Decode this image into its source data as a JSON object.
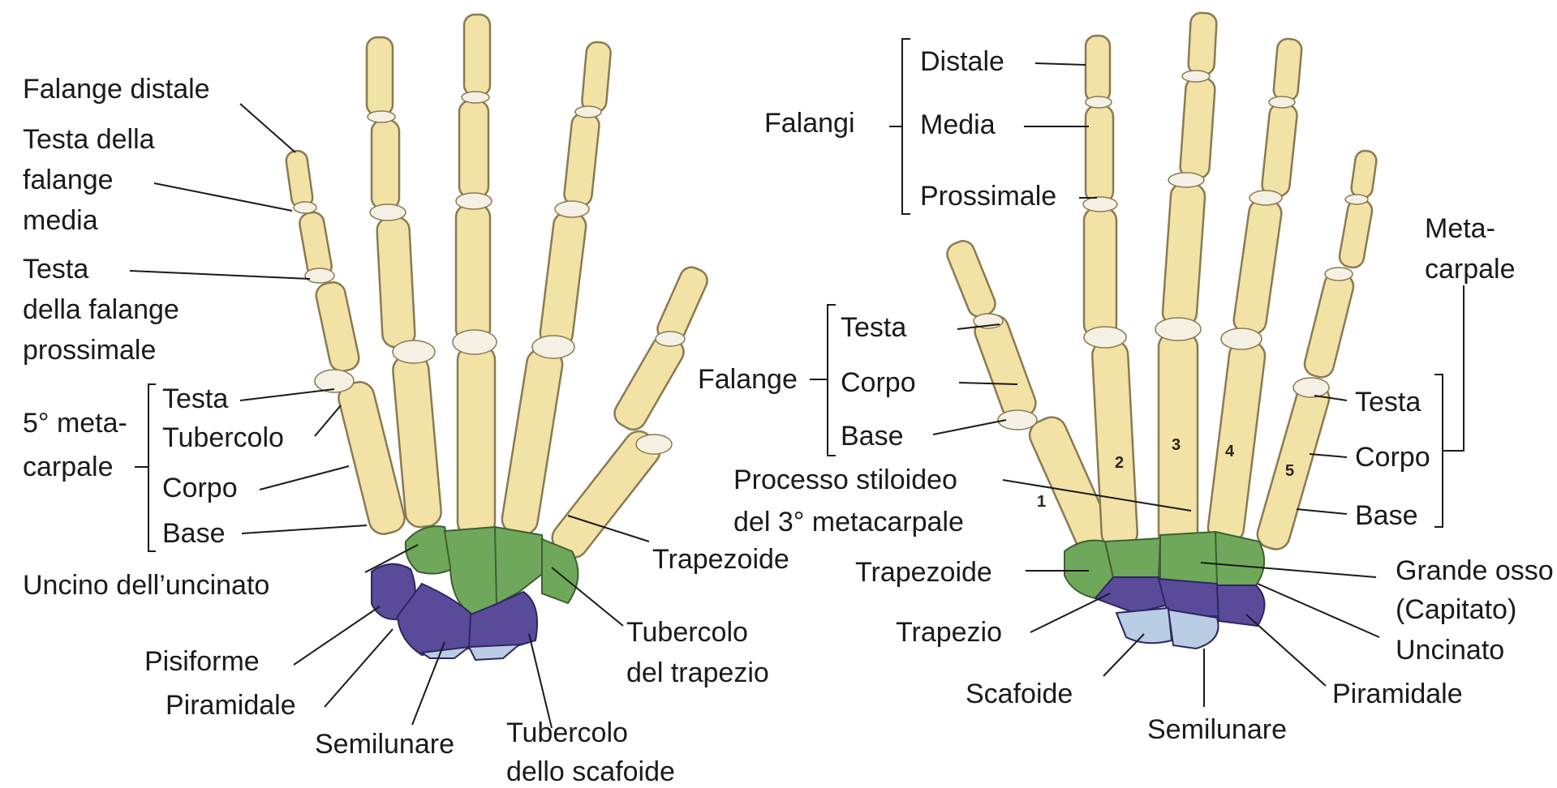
{
  "colors": {
    "bone": "#f3e2a6",
    "bone_outline": "#8a7a52",
    "cartilage": "#f4f1e4",
    "distal_carpals": "#6fa85a",
    "proximal_carpals_dark": "#5a4a9a",
    "proximal_carpals_light": "#b9cde4",
    "leader_line": "#1a1a1a"
  },
  "left_hand": {
    "view": "palmar",
    "labels": {
      "falange_distale": "Falange distale",
      "testa_falange_media_1": "Testa della",
      "testa_falange_media_2": "falange",
      "testa_falange_media_3": "media",
      "testa_falange_prossimale_1": "Testa",
      "testa_falange_prossimale_2": "della falange",
      "testa_falange_prossimale_3": "prossimale",
      "metacarpale_5_1": "5° meta-",
      "metacarpale_5_2": "carpale",
      "testa": "Testa",
      "tubercolo": "Tubercolo",
      "corpo": "Corpo",
      "base": "Base",
      "uncino_uncinato": "Uncino dell’uncinato",
      "pisiforme": "Pisiforme",
      "piramidale": "Piramidale",
      "semilunare": "Semilunare",
      "tubercolo_scafoide_1": "Tubercolo",
      "tubercolo_scafoide_2": "dello scafoide",
      "trapezoide": "Trapezoide",
      "tubercolo_trapezio_1": "Tubercolo",
      "tubercolo_trapezio_2": "del trapezio"
    }
  },
  "right_hand": {
    "view": "dorsal",
    "labels": {
      "falangi": "Falangi",
      "distale": "Distale",
      "media": "Media",
      "prossimale": "Prossimale",
      "meta_carpale_1": "Meta-",
      "meta_carpale_2": "carpale",
      "falange": "Falange",
      "testa_thumb": "Testa",
      "corpo_thumb": "Corpo",
      "base_thumb": "Base",
      "processo_1": "Processo stiloideo",
      "processo_2": "del 3° metacarpale",
      "trapezoide": "Trapezoide",
      "trapezio": "Trapezio",
      "scafoide": "Scafoide",
      "semilunare": "Semilunare",
      "piramidale": "Piramidale",
      "uncinato": "Uncinato",
      "grande_osso_1": "Grande osso",
      "grande_osso_2": "(Capitato)",
      "testa_mc": "Testa",
      "corpo_mc": "Corpo",
      "base_mc": "Base"
    },
    "metacarpal_numbers": [
      "1",
      "2",
      "3",
      "4",
      "5"
    ]
  }
}
